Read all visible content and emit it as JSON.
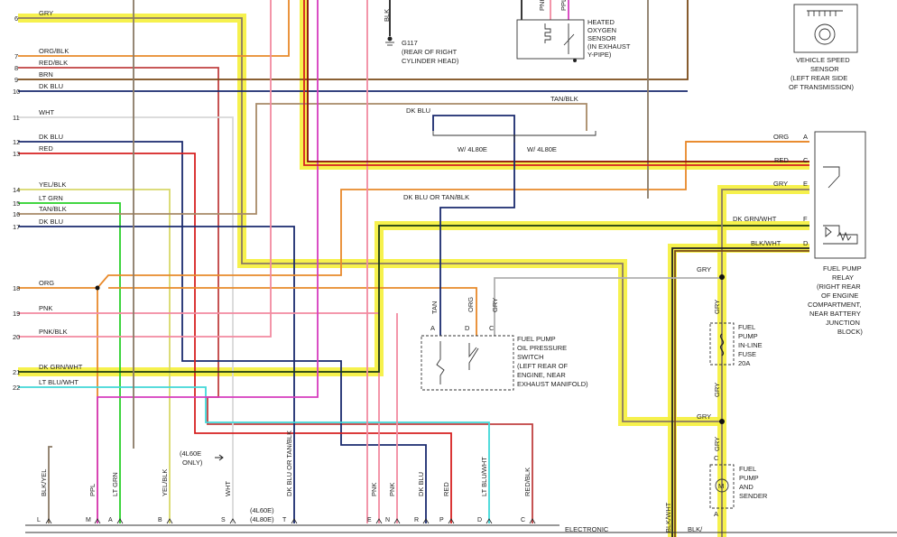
{
  "colors": {
    "gry": "#8a7a66",
    "org": "#e8892a",
    "red": "#d62020",
    "dkred": "#8b0a0a",
    "brn": "#7a4a18",
    "dkblu": "#1a2a6e",
    "wht": "#d8d8d8",
    "ppl": "#d63cbf",
    "pnk": "#f28aa0",
    "yel": "#d8d86a",
    "ltgrn": "#28d028",
    "tan": "#a88a68",
    "dkgrn": "#1a3a10",
    "ltblu": "#40d8d8",
    "blk": "#222222",
    "highlight": "#f5f03a"
  },
  "left_connector": [
    {
      "num": "6",
      "label": "GRY"
    },
    {
      "num": "7",
      "label": "ORG/BLK"
    },
    {
      "num": "8",
      "label": "RED/BLK"
    },
    {
      "num": "9",
      "label": "BRN"
    },
    {
      "num": "10",
      "label": "DK BLU"
    },
    {
      "num": "11",
      "label": "WHT"
    },
    {
      "num": "12",
      "label": "DK BLU"
    },
    {
      "num": "13",
      "label": "RED"
    },
    {
      "num": "14",
      "label": "YEL/BLK"
    },
    {
      "num": "15",
      "label": "LT GRN"
    },
    {
      "num": "16",
      "label": "TAN/BLK"
    },
    {
      "num": "17",
      "label": "DK BLU"
    },
    {
      "num": "18",
      "label": "ORG"
    },
    {
      "num": "19",
      "label": "PNK"
    },
    {
      "num": "20",
      "label": "PNK/BLK"
    },
    {
      "num": "21",
      "label": "DK GRN/WHT"
    },
    {
      "num": "22",
      "label": "LT BLU/WHT"
    }
  ],
  "top_wire_labels": {
    "blk": "BLK",
    "pnk": "PNK",
    "ppl": "PPL"
  },
  "ground": {
    "id": "G117",
    "lines": [
      "(REAR OF RIGHT",
      "CYLINDER HEAD)"
    ]
  },
  "oxygen_sensor": {
    "lines": [
      "HEATED",
      "OXYGEN",
      "SENSOR",
      "(IN EXHAUST",
      "Y-PIPE)"
    ]
  },
  "speed_sensor": {
    "lines": [
      "VEHICLE SPEED",
      "SENSOR",
      "(LEFT REAR SIDE",
      "OF TRANSMISSION)"
    ]
  },
  "middle_labels": {
    "tan_blk": "TAN/BLK",
    "dk_blu": "DK BLU",
    "w_4l80e_left": "W/ 4L80E",
    "w_4l80e_right": "W/ 4L80E",
    "dk_blu_or_tan_blk": "DK BLU OR TAN/BLK"
  },
  "relay": {
    "pins": [
      {
        "wire": "ORG",
        "pin": "A"
      },
      {
        "wire": "RED",
        "pin": "C"
      },
      {
        "wire": "GRY",
        "pin": "E"
      },
      {
        "wire": "DK GRN/WHT",
        "pin": "F"
      },
      {
        "wire": "BLK/WHT",
        "pin": "D"
      }
    ],
    "lines": [
      "FUEL PUMP",
      "RELAY",
      "(RIGHT REAR",
      "OF ENGINE",
      "COMPARTMENT,",
      "NEAR BATTERY",
      "JUNCTION",
      "BLOCK)"
    ]
  },
  "oil_switch": {
    "wires": [
      "TAN",
      "ORG",
      "GRY"
    ],
    "pins": [
      "A",
      "D",
      "C"
    ],
    "lines": [
      "FUEL PUMP",
      "OIL PRESSURE",
      "SWITCH",
      "(LEFT REAR OF",
      "ENGINE, NEAR",
      "EXHAUST MANIFOLD)"
    ]
  },
  "fuse": {
    "wire": "GRY",
    "lines": [
      "FUEL",
      "PUMP",
      "IN-LINE",
      "FUSE",
      "20A"
    ]
  },
  "pump": {
    "wire_top": "GRY",
    "pin_c": "C",
    "pin_a": "A",
    "symbol": "M",
    "lines": [
      "FUEL",
      "PUMP",
      "AND",
      "SENDER"
    ]
  },
  "gry_splice_labels": [
    "GRY",
    "GRY"
  ],
  "note_4l60e_only": [
    "(4L60E",
    "ONLY)"
  ],
  "bottom_wires": [
    {
      "label": "BLK/YEL",
      "pin": "L"
    },
    {
      "label": "PPL",
      "pin": "M"
    },
    {
      "label": "LT GRN",
      "pin": "A"
    },
    {
      "label": "YEL/BLK",
      "pin": "B"
    },
    {
      "label": "WHT",
      "pin": "S"
    },
    {
      "label": "DK BLU OR TAN/BLK",
      "pin": "T"
    },
    {
      "label": "PNK",
      "pin": "E"
    },
    {
      "label": "PNK",
      "pin": "N"
    },
    {
      "label": "DK BLU",
      "pin": "R"
    },
    {
      "label": "RED",
      "pin": "P"
    },
    {
      "label": "LT BLU/WHT",
      "pin": "D"
    },
    {
      "label": "RED/BLK",
      "pin": "C"
    }
  ],
  "bottom_4l60e_labels": [
    "(4L60E)",
    "(4L80E)"
  ],
  "electronic_label": "ELECTRONIC",
  "blk_wht_label": "BLK/WHT",
  "blk_partial": "BLK/"
}
